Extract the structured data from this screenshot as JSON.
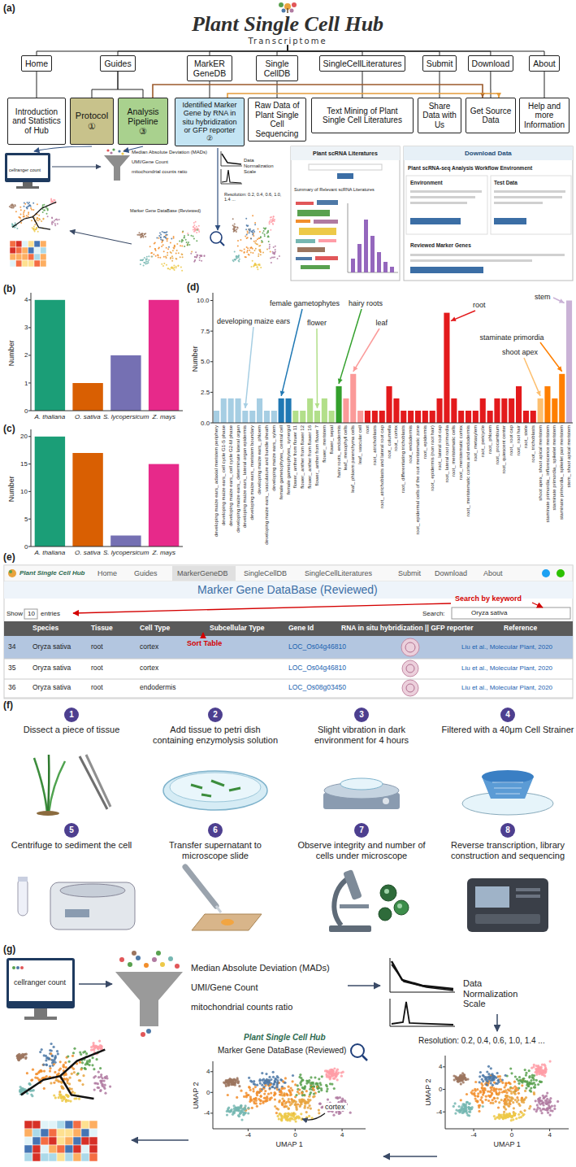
{
  "diagram": {
    "nodes": [
      {
        "text": [
          "Plant Single Cell Hub",
          "Transcriptome"
        ]
      },
      {
        "text": [
          "Home"
        ]
      },
      {
        "text": [
          "Guides"
        ]
      },
      {
        "text": [
          "MarkER GeneDB"
        ]
      },
      {
        "text": [
          "Single CellDB"
        ]
      },
      {
        "text": [
          "SingleCellLiteratures"
        ]
      },
      {
        "text": [
          "Submit"
        ]
      },
      {
        "text": [
          "Download"
        ]
      },
      {
        "text": [
          "About"
        ]
      },
      {
        "text": [
          "Introduction and Statistics of Hub"
        ]
      },
      {
        "text": [
          "Protocol",
          "①"
        ]
      },
      {
        "text": [
          "Analysis Pipeline",
          "③"
        ]
      },
      {
        "text": [
          "Identified Marker Gene by RNA in situ hybridization or GFP reporter",
          "②"
        ]
      },
      {
        "text": [
          "Raw Data of Plant Single Cell Sequencing"
        ]
      },
      {
        "text": [
          "Text Mining of Plant Single Cell Literatures"
        ]
      },
      {
        "text": [
          "Share Data with Us"
        ]
      },
      {
        "text": [
          "Get Source Data"
        ]
      },
      {
        "text": [
          "Help and more Information"
        ]
      },
      {
        "text": [
          "1",
          "Dissect a piece of tissue"
        ]
      },
      {
        "text": [
          "2",
          "Add tissue to petri dish containing enzymolysis solution"
        ]
      },
      {
        "text": [
          "3",
          "Slight vibration in dark environment for 4 hours"
        ]
      },
      {
        "text": [
          "4",
          "Filtered with a 40μm Cell Strainer"
        ]
      },
      {
        "text": [
          "5",
          "Centrifuge to sediment the cell"
        ]
      },
      {
        "text": [
          "6",
          "Transfer supernatant to microscope slide"
        ]
      },
      {
        "text": [
          "7",
          "Observe integrity and number of cells under microscope"
        ]
      },
      {
        "text": [
          "8",
          "Reverse transcription, library construction and sequencing"
        ]
      }
    ],
    "edges": [
      {
        "from": 0,
        "to": 1,
        "arrow": "none"
      },
      {
        "from": 0,
        "to": 2,
        "arrow": "none"
      },
      {
        "from": 0,
        "to": 3,
        "arrow": "none"
      },
      {
        "from": 0,
        "to": 4,
        "arrow": "none"
      },
      {
        "from": 0,
        "to": 5,
        "arrow": "none"
      },
      {
        "from": 0,
        "to": 6,
        "arrow": "none"
      },
      {
        "from": 0,
        "to": 7,
        "arrow": "none"
      },
      {
        "from": 0,
        "to": 8,
        "arrow": "none"
      },
      {
        "from": 1,
        "to": 9,
        "arrow": "none"
      },
      {
        "from": 2,
        "to": 10,
        "arrow": "none"
      },
      {
        "from": 2,
        "to": 11,
        "arrow": "none"
      },
      {
        "from": 3,
        "to": 12,
        "arrow": "none"
      },
      {
        "from": 4,
        "to": 13,
        "arrow": "none"
      },
      {
        "from": 5,
        "to": 14,
        "arrow": "none"
      },
      {
        "from": 6,
        "to": 15,
        "arrow": "none"
      },
      {
        "from": 7,
        "to": 16,
        "arrow": "none"
      },
      {
        "from": 8,
        "to": 17,
        "arrow": "none"
      },
      {
        "from": 11,
        "to": 16,
        "arrow": "to"
      },
      {
        "from": 12,
        "to": 16,
        "arrow": "to"
      }
    ],
    "labels": [
      "(a)",
      "(b)",
      "(c)",
      "(d)",
      "(e)",
      "(f)",
      "(g)",
      "cellranger count",
      "Median Absolute Deviation (MADs)",
      "UMI/Gene Count",
      "mitochondrial counts ratio",
      "Data Normalization Scale",
      "Resolution: 0.2, 0.4, 0.6, 1.0, 1.4 ...",
      "Marker Gene DataBase (Reviewed)",
      "Plant scRNA Literatures",
      "Summary of Relevant scRNA Literatures",
      "Download Data",
      "Plant scRNA-seq Analysis Workflow Environment",
      "Environment",
      "Test Data",
      "Reviewed Marker Genes",
      "0",
      "1",
      "2",
      "3",
      "4",
      "Number",
      "A. thaliana",
      "O. sativa",
      "S. lycopersicum",
      "Z. mays",
      "0",
      "5",
      "10",
      "15",
      "20",
      "Number",
      "A. thaliana",
      "O. sativa",
      "S. lycopersicum",
      "Z. mays",
      "0.0",
      "2.5",
      "5.0",
      "7.5",
      "10.0",
      "Number",
      "developing maize ears_ adaxial meristem periphery",
      "developing maize ears_ cell cycle G1-S phase",
      "developing maize ears_ cell cycle G2-M phase",
      "developing maize ears_ determinate lateral organ",
      "developing maize ears_ lateral organ epidermis",
      "developing maize ears_ meristem boundary",
      "developing maize ears_ phloem",
      "developing maize ears_ vasculature and bundle sheath",
      "developing maize ears_ xylem",
      "female gametophytes_ central cell",
      "female gametophytes_ synergid",
      "flower_ anther from flower 11",
      "flower_ anther from flower 12",
      "flower_ anther from flower 16",
      "flower_ anther from flower 7",
      "flower_ meristem",
      "flower_ sepal",
      "hairy roots_ endodermis",
      "leaf_ mesophyll cells",
      "leaf_ phloem parenchyma cells",
      "leaf_ vascular cell",
      "root",
      "root_ atrichoblasts",
      "root_ atrichoblasts and lateral root cap",
      "root_ columella",
      "root_ cortex",
      "root_ differentiating trichoblasts",
      "root_ endodermis",
      "root_ epidermal cells of the root meristematic zone",
      "root_ epidermis",
      "root_ epidermis (non root hair)",
      "root_ lateral root cap",
      "root_ lateral root primordia",
      "root_ meristematic cells",
      "root_ meristematic cortex",
      "root_ meristematic cortex and endodermis",
      "root_ metaxylem",
      "root_ pericycle",
      "root_ phloem",
      "root_ procambium",
      "root_ quiescent center",
      "root_ root cap",
      "root_ root hair",
      "root_ stele",
      "root_ trichoblasts",
      "shoot apex_ shoot apical meristem",
      "staminate primordia_ inflorescence meristem",
      "staminate primordia_ spikelet meristem",
      "staminate primordia_ spikelet pair meristem",
      "stem_ shoot apical meristem",
      "developing maize ears",
      "female gametophytes",
      "flower",
      "hairy roots",
      "leaf",
      "root",
      "stem",
      "staminate primordia",
      "shoot apex",
      "Plant Single Cell Hub",
      "Home",
      "Guides",
      "MarkerGeneDB",
      "SingleCellDB",
      "SingleCellLiteratures",
      "Submit",
      "Download",
      "About",
      "Marker Gene DataBase (Reviewed)",
      "Search by keyword",
      "Show",
      "10",
      "entries",
      "Search:",
      "Oryza sativa",
      "Species",
      "Tissue",
      "Cell Type",
      "Subcellular Type",
      "Gene Id",
      "RNA in situ hybridization || GFP reporter",
      "Reference",
      "34",
      "Oryza sativa",
      "root",
      "cortex",
      "LOC_Os04g46810",
      "Liu et al., Molecular Plant, 2020",
      "35",
      "Oryza sativa",
      "root",
      "cortex",
      "LOC_Os04g46810",
      "Liu et al., Molecular Plant, 2020",
      "36",
      "Oryza sativa",
      "root",
      "endodermis",
      "LOC_Os08g03450",
      "Liu et al., Molecular Plant, 2020",
      "Sort Table",
      "cellranger count",
      "Median Absolute Deviation (MADs)",
      "UMI/Gene Count",
      "mitochondrial counts ratio",
      "Data Normalization Scale",
      "Resolution: 0.2, 0.4, 0.6, 1.0, 1.4 ...",
      "Plant Single Cell Hub",
      "Marker Gene DataBase (Reviewed)",
      "cortex",
      "UMAP 1",
      "UMAP 2",
      "-4",
      "0",
      "4",
      "-4",
      "0",
      "4",
      "UMAP 1",
      "UMAP 2",
      "-4",
      "0",
      "4",
      "-4",
      "0",
      "4"
    ]
  }
}
